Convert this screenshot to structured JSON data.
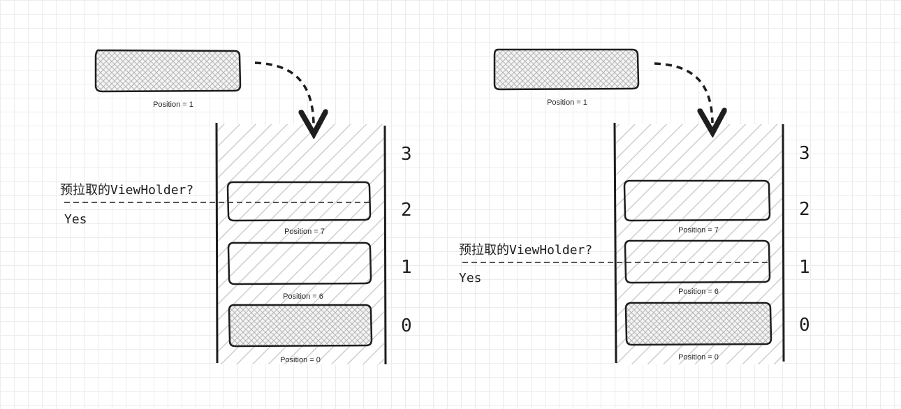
{
  "panels": [
    {
      "incoming_item": {
        "label": "Position = 1"
      },
      "items": [
        {
          "label": "Position = 7",
          "fill": "none"
        },
        {
          "label": "Position = 6",
          "fill": "none"
        },
        {
          "label": "Position = 0",
          "fill": "crosshatch"
        }
      ],
      "indices": [
        "3",
        "2",
        "1",
        "0"
      ],
      "prefetch_question": "预拉取的ViewHolder?",
      "prefetch_answer": "Yes"
    },
    {
      "incoming_item": {
        "label": "Position = 1"
      },
      "items": [
        {
          "label": "Position = 7",
          "fill": "none"
        },
        {
          "label": "Position = 6",
          "fill": "none"
        },
        {
          "label": "Position = 0",
          "fill": "crosshatch"
        }
      ],
      "indices": [
        "3",
        "2",
        "1",
        "0"
      ],
      "prefetch_question": "预拉取的ViewHolder?",
      "prefetch_answer": "Yes"
    }
  ],
  "colors": {
    "stroke": "#1e1e1e",
    "hatch": "#cfcfcf",
    "grid": "#ececec"
  }
}
